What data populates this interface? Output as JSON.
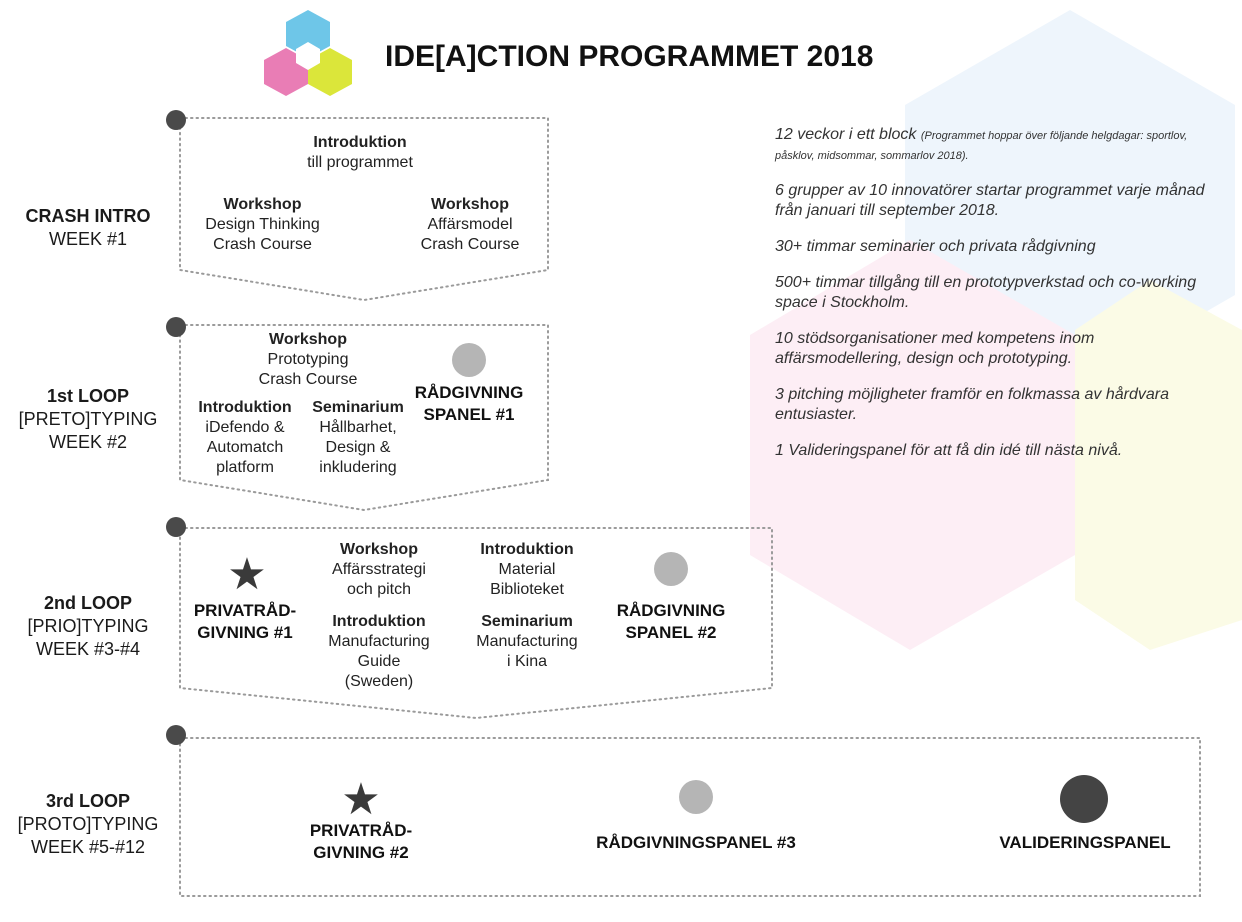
{
  "title": "IDE[A]CTION PROGRAMMET 2018",
  "colors": {
    "cyan": "#6ec6e8",
    "magenta": "#e97db5",
    "yellow": "#dbe63a",
    "dark": "#4a4a4a",
    "gray": "#b5b5b5"
  },
  "stages": [
    {
      "name": "CRASH INTRO",
      "lines": [
        "WEEK #1"
      ]
    },
    {
      "name": "1st LOOP",
      "lines": [
        "[PRETO]TYPING",
        "WEEK #2"
      ]
    },
    {
      "name": "2nd LOOP",
      "lines": [
        "[PRIO]TYPING",
        "WEEK #3-#4"
      ]
    },
    {
      "name": "3rd LOOP",
      "lines": [
        "[PROTO]TYPING",
        "WEEK #5-#12"
      ]
    }
  ],
  "crash": {
    "intro": {
      "h": "Introduktion",
      "t": "till programmet"
    },
    "ws1": {
      "h": "Workshop",
      "t1": "Design Thinking",
      "t2": "Crash Course"
    },
    "ws2": {
      "h": "Workshop",
      "t1": "Affärsmodel",
      "t2": "Crash Course"
    }
  },
  "loop1": {
    "ws": {
      "h": "Workshop",
      "t1": "Prototyping",
      "t2": "Crash Course"
    },
    "intro": {
      "h": "Introduktion",
      "t1": "iDefendo &",
      "t2": "Automatch",
      "t3": "platform"
    },
    "sem": {
      "h": "Seminarium",
      "t1": "Hållbarhet,",
      "t2": "Design &",
      "t3": "inkludering"
    },
    "panel": {
      "l1": "RÅDGIVNING",
      "l2": "SPANEL #1"
    }
  },
  "loop2": {
    "priv": {
      "l1": "PRIVATRÅD-",
      "l2": "GIVNING #1"
    },
    "ws": {
      "h": "Workshop",
      "t1": "Affärsstrategi",
      "t2": "och pitch"
    },
    "intro1": {
      "h": "Introduktion",
      "t1": "Material",
      "t2": "Biblioteket"
    },
    "intro2": {
      "h": "Introduktion",
      "t1": "Manufacturing",
      "t2": "Guide",
      "t3": "(Sweden)"
    },
    "sem": {
      "h": "Seminarium",
      "t1": "Manufacturing",
      "t2": "i Kina"
    },
    "panel": {
      "l1": "RÅDGIVNING",
      "l2": "SPANEL #2"
    }
  },
  "loop3": {
    "priv": {
      "l1": "PRIVATRÅD-",
      "l2": "GIVNING #2"
    },
    "panel": "RÅDGIVNINGSPANEL #3",
    "valid": "VALIDERINGSPANEL"
  },
  "notes": [
    {
      "main": "12 veckor i ett block ",
      "small": "(Programmet hoppar över följande helgdagar: sportlov, påsklov, midsommar, sommarlov 2018)."
    },
    {
      "main": "6 grupper av 10 innovatörer startar programmet varje månad från januari till september 2018."
    },
    {
      "main": "30+ timmar seminarier och privata rådgivning"
    },
    {
      "main": "500+ timmar tillgång till en prototypverkstad och co-working space i Stockholm."
    },
    {
      "main": "10 stödsorganisationer med kompetens inom affärsmodellering, design och prototyping."
    },
    {
      "main": "3 pitching möjligheter framför en folkmassa av hårdvara entusiaster."
    },
    {
      "main": "1 Valideringspanel för att få din idé till nästa nivå."
    }
  ]
}
